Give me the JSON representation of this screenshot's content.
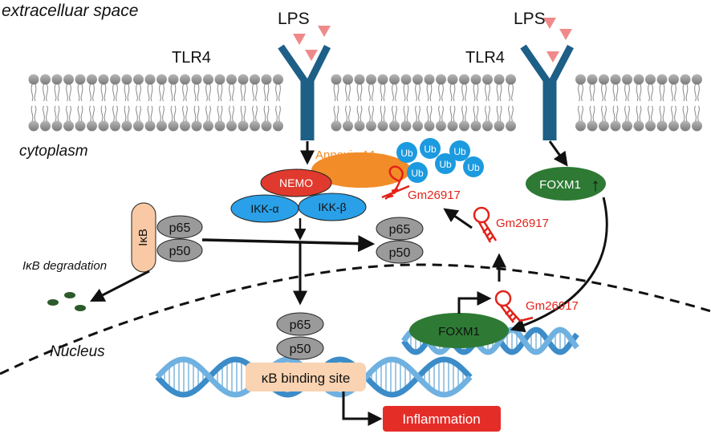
{
  "regions": {
    "extracellular": "extracelluar  space",
    "cytoplasm": "cytoplasm",
    "nucleus": "Nucleus"
  },
  "left_pathway": {
    "ligand": "LPS",
    "receptor": "TLR4",
    "annexin": "Annexin A1",
    "ubiquitin": [
      "Ub",
      "Ub",
      "Ub",
      "Ub",
      "Ub",
      "Ub"
    ],
    "lnc_cytoplasm": "Gm26917",
    "nemo": "NEMO",
    "ikk_alpha": "IKK-α",
    "ikk_beta": "IKK-β",
    "ikb": "IκB",
    "p65": "p65",
    "p50": "p50",
    "ikb_degradation": "IκB degradation",
    "binding_site": "κB binding site",
    "output": "Inflammation"
  },
  "right_pathway": {
    "ligand": "LPS",
    "receptor": "TLR4",
    "foxm1_cytoplasm": "FOXM1",
    "up_arrow": "↑",
    "lnc_middle": "Gm26917",
    "foxm1_nucleus": "FOXM1",
    "lnc_nucleus": "Gm26917"
  },
  "colors": {
    "receptor": "#1d5f86",
    "ligand": "#f08a8a",
    "annexin": "#f28c28",
    "ub": "#1c9ae0",
    "nemo": "#e03a2e",
    "ikk": "#2aa0e8",
    "ikb": "#f8c9a4",
    "p_subunit": "#9a9a9a",
    "foxm1": "#2e7a34",
    "lnc": "#e2231a",
    "binding_site": "#f9d3b2",
    "inflammation": "#e52d28",
    "dna": "#4a9ad0"
  }
}
